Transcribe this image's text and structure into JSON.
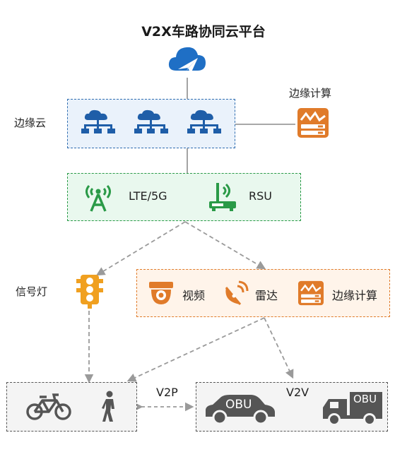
{
  "title": "V2X车路协同云平台",
  "labels": {
    "edge_cloud": "边缘云",
    "edge_compute_top": "边缘计算",
    "signal_light": "信号灯",
    "lte": "LTE/5G",
    "rsu": "RSU",
    "video": "视频",
    "radar": "雷达",
    "edge_compute_sensor": "边缘计算",
    "v2p": "V2P",
    "v2v": "V2V",
    "obu_car": "OBU",
    "obu_truck": "OBU"
  },
  "colors": {
    "blue": "#2f6db0",
    "green": "#2a9a47",
    "orange": "#e07b2a",
    "dark": "#555555",
    "cloud_blue": "#1f6fc5"
  },
  "icons": [
    "cloud-plane-icon",
    "network-icon",
    "edge-compute-icon",
    "antenna-icon",
    "router-icon",
    "traffic-light-icon",
    "camera-icon",
    "radar-icon",
    "bicycle-icon",
    "pedestrian-icon",
    "car-icon",
    "truck-icon"
  ]
}
